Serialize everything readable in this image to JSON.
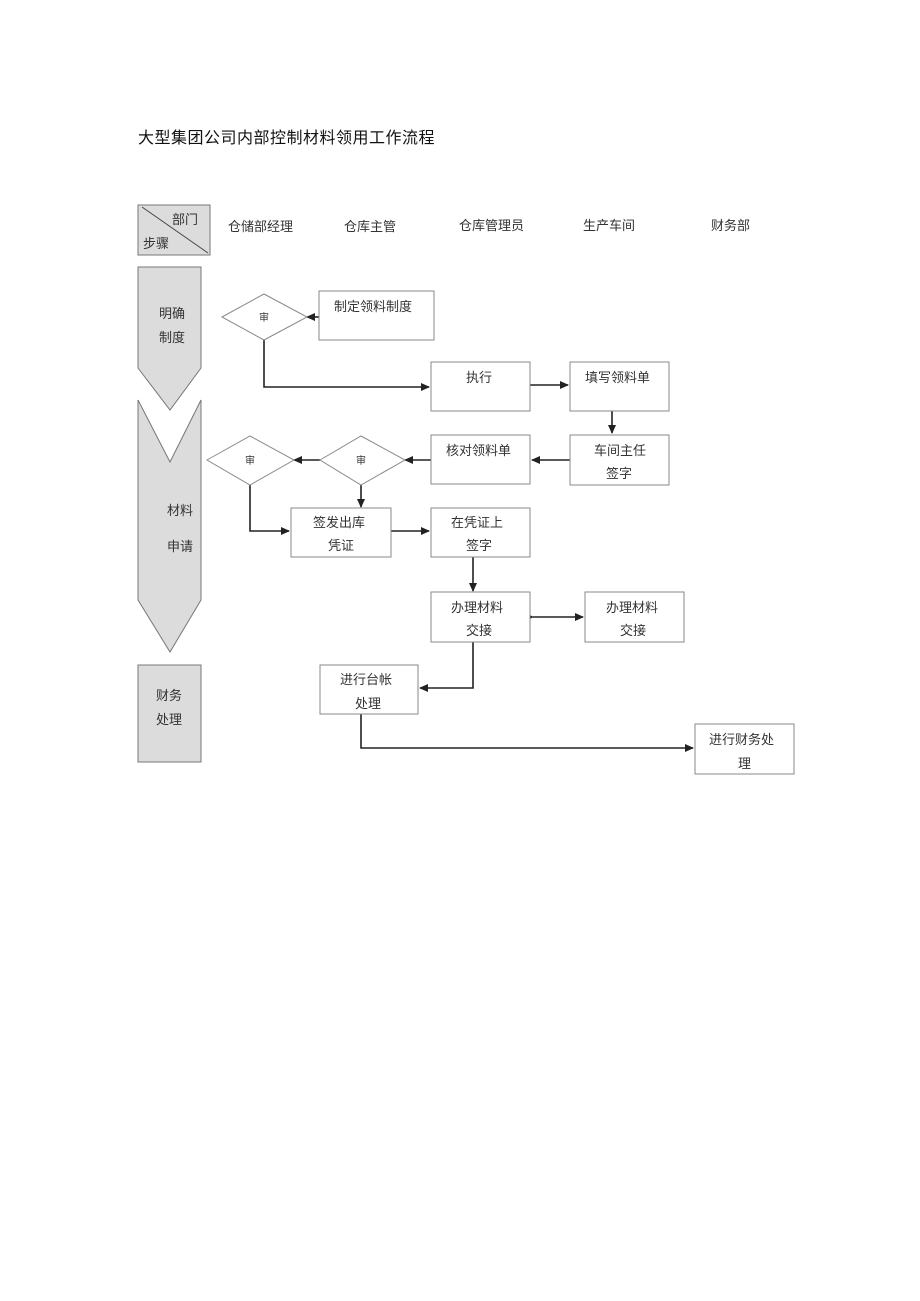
{
  "title": "大型集团公司内部控制材料领用工作流程",
  "header": {
    "corner_top": "部门",
    "corner_bottom": "步骤",
    "departments": [
      "仓储部经理",
      "仓库主管",
      "仓库管理员",
      "生产车间",
      "财务部"
    ]
  },
  "phases": [
    {
      "line1": "明确",
      "line2": "制度"
    },
    {
      "line1": "材料",
      "line2": "申请"
    },
    {
      "line1": "财务",
      "line2": "处理"
    }
  ],
  "nodes": {
    "make_rules": {
      "line1": "制定领料制度",
      "line2": ""
    },
    "execute": {
      "line1": "执行",
      "line2": ""
    },
    "fill_form": {
      "line1": "填写领料单",
      "line2": ""
    },
    "workshop_sign": {
      "line1": "车间主任",
      "line2": "签字"
    },
    "check_form": {
      "line1": "核对领料单",
      "line2": ""
    },
    "issue_voucher": {
      "line1": "签发出库",
      "line2": "凭证"
    },
    "sign_voucher": {
      "line1": "在凭证上",
      "line2": "签字"
    },
    "handover_wh": {
      "line1": "办理材料",
      "line2": "交接"
    },
    "handover_ws": {
      "line1": "办理材料",
      "line2": "交接"
    },
    "ledger": {
      "line1": "进行台帐",
      "line2": "处理"
    },
    "finance": {
      "line1": "进行财务处",
      "line2": "理"
    }
  },
  "decisions": {
    "d1": "审",
    "d2": "审",
    "d3": "审"
  }
}
